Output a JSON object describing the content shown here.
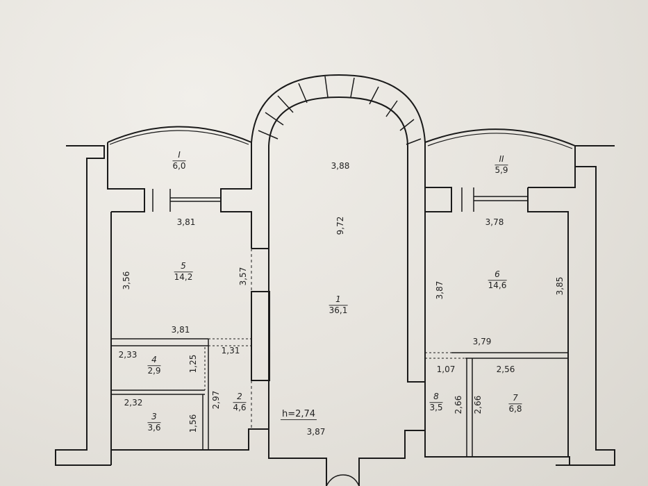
{
  "rooms": [
    {
      "id": "balcony-1",
      "num": "I",
      "area": "6,0"
    },
    {
      "id": "balcony-2",
      "num": "II",
      "area": "5,9"
    },
    {
      "id": "room-1",
      "num": "1",
      "area": "36,1"
    },
    {
      "id": "room-2",
      "num": "2",
      "area": "4,6"
    },
    {
      "id": "room-3",
      "num": "3",
      "area": "3,6"
    },
    {
      "id": "room-4",
      "num": "4",
      "area": "2,9"
    },
    {
      "id": "room-5",
      "num": "5",
      "area": "14,2"
    },
    {
      "id": "room-6",
      "num": "6",
      "area": "14,6"
    },
    {
      "id": "room-7",
      "num": "7",
      "area": "6,8"
    },
    {
      "id": "room-8",
      "num": "8",
      "area": "3,5"
    }
  ],
  "dimensions": {
    "hall_width_top": "3,88",
    "hall_length": "9,72",
    "hall_width_bottom": "3,87",
    "room5_width": "3,81",
    "room5_depth_left": "3,56",
    "room5_depth_right": "3,57",
    "room5_bottom_width": "3,81",
    "room6_width": "3,78",
    "room6_depth_left": "3,87",
    "room6_depth_right": "3,85",
    "room6_bottom_width": "3,79",
    "room4_width": "2,33",
    "room4_depth": "1,25",
    "room3_width": "2,32",
    "room3_depth": "1,56",
    "room2_width": "1,31",
    "room2_depth": "2,97",
    "room8_width": "1,07",
    "room8_depth": "2,66",
    "room7_width": "2,56",
    "room7_depth": "2,66"
  },
  "ceiling_height": "h=2,74"
}
